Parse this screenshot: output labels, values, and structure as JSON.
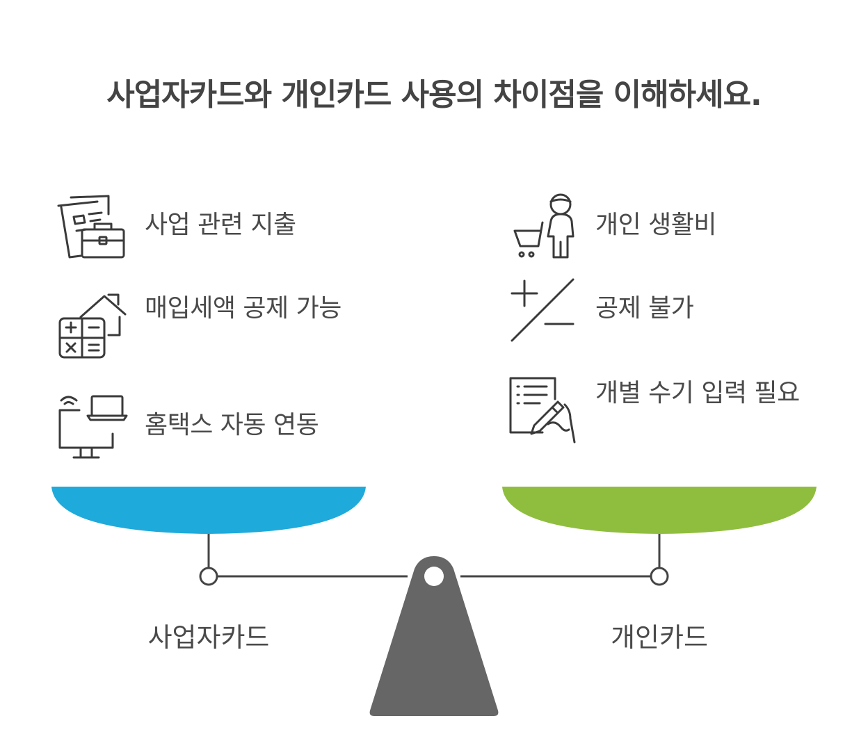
{
  "title": "사업자카드와 개인카드 사용의 차이점을 이해하세요.",
  "left": {
    "name": "사업자카드",
    "color": "#1EAADB",
    "items": [
      {
        "icon": "business-expense-icon",
        "text": "사업 관련 지출"
      },
      {
        "icon": "tax-calculator-house-icon",
        "text": "매입세액 공제 가능"
      },
      {
        "icon": "hometax-computer-sync-icon",
        "text": "홈택스 자동 연동"
      }
    ]
  },
  "right": {
    "name": "개인카드",
    "color": "#8FBE3E",
    "items": [
      {
        "icon": "shopping-person-icon",
        "text": "개인 생활비"
      },
      {
        "icon": "plus-minus-icon",
        "text": "공제 불가"
      },
      {
        "icon": "handwritten-document-icon",
        "text": "개별 수기 입력 필요"
      }
    ]
  },
  "fulcrum_color": "#666666"
}
